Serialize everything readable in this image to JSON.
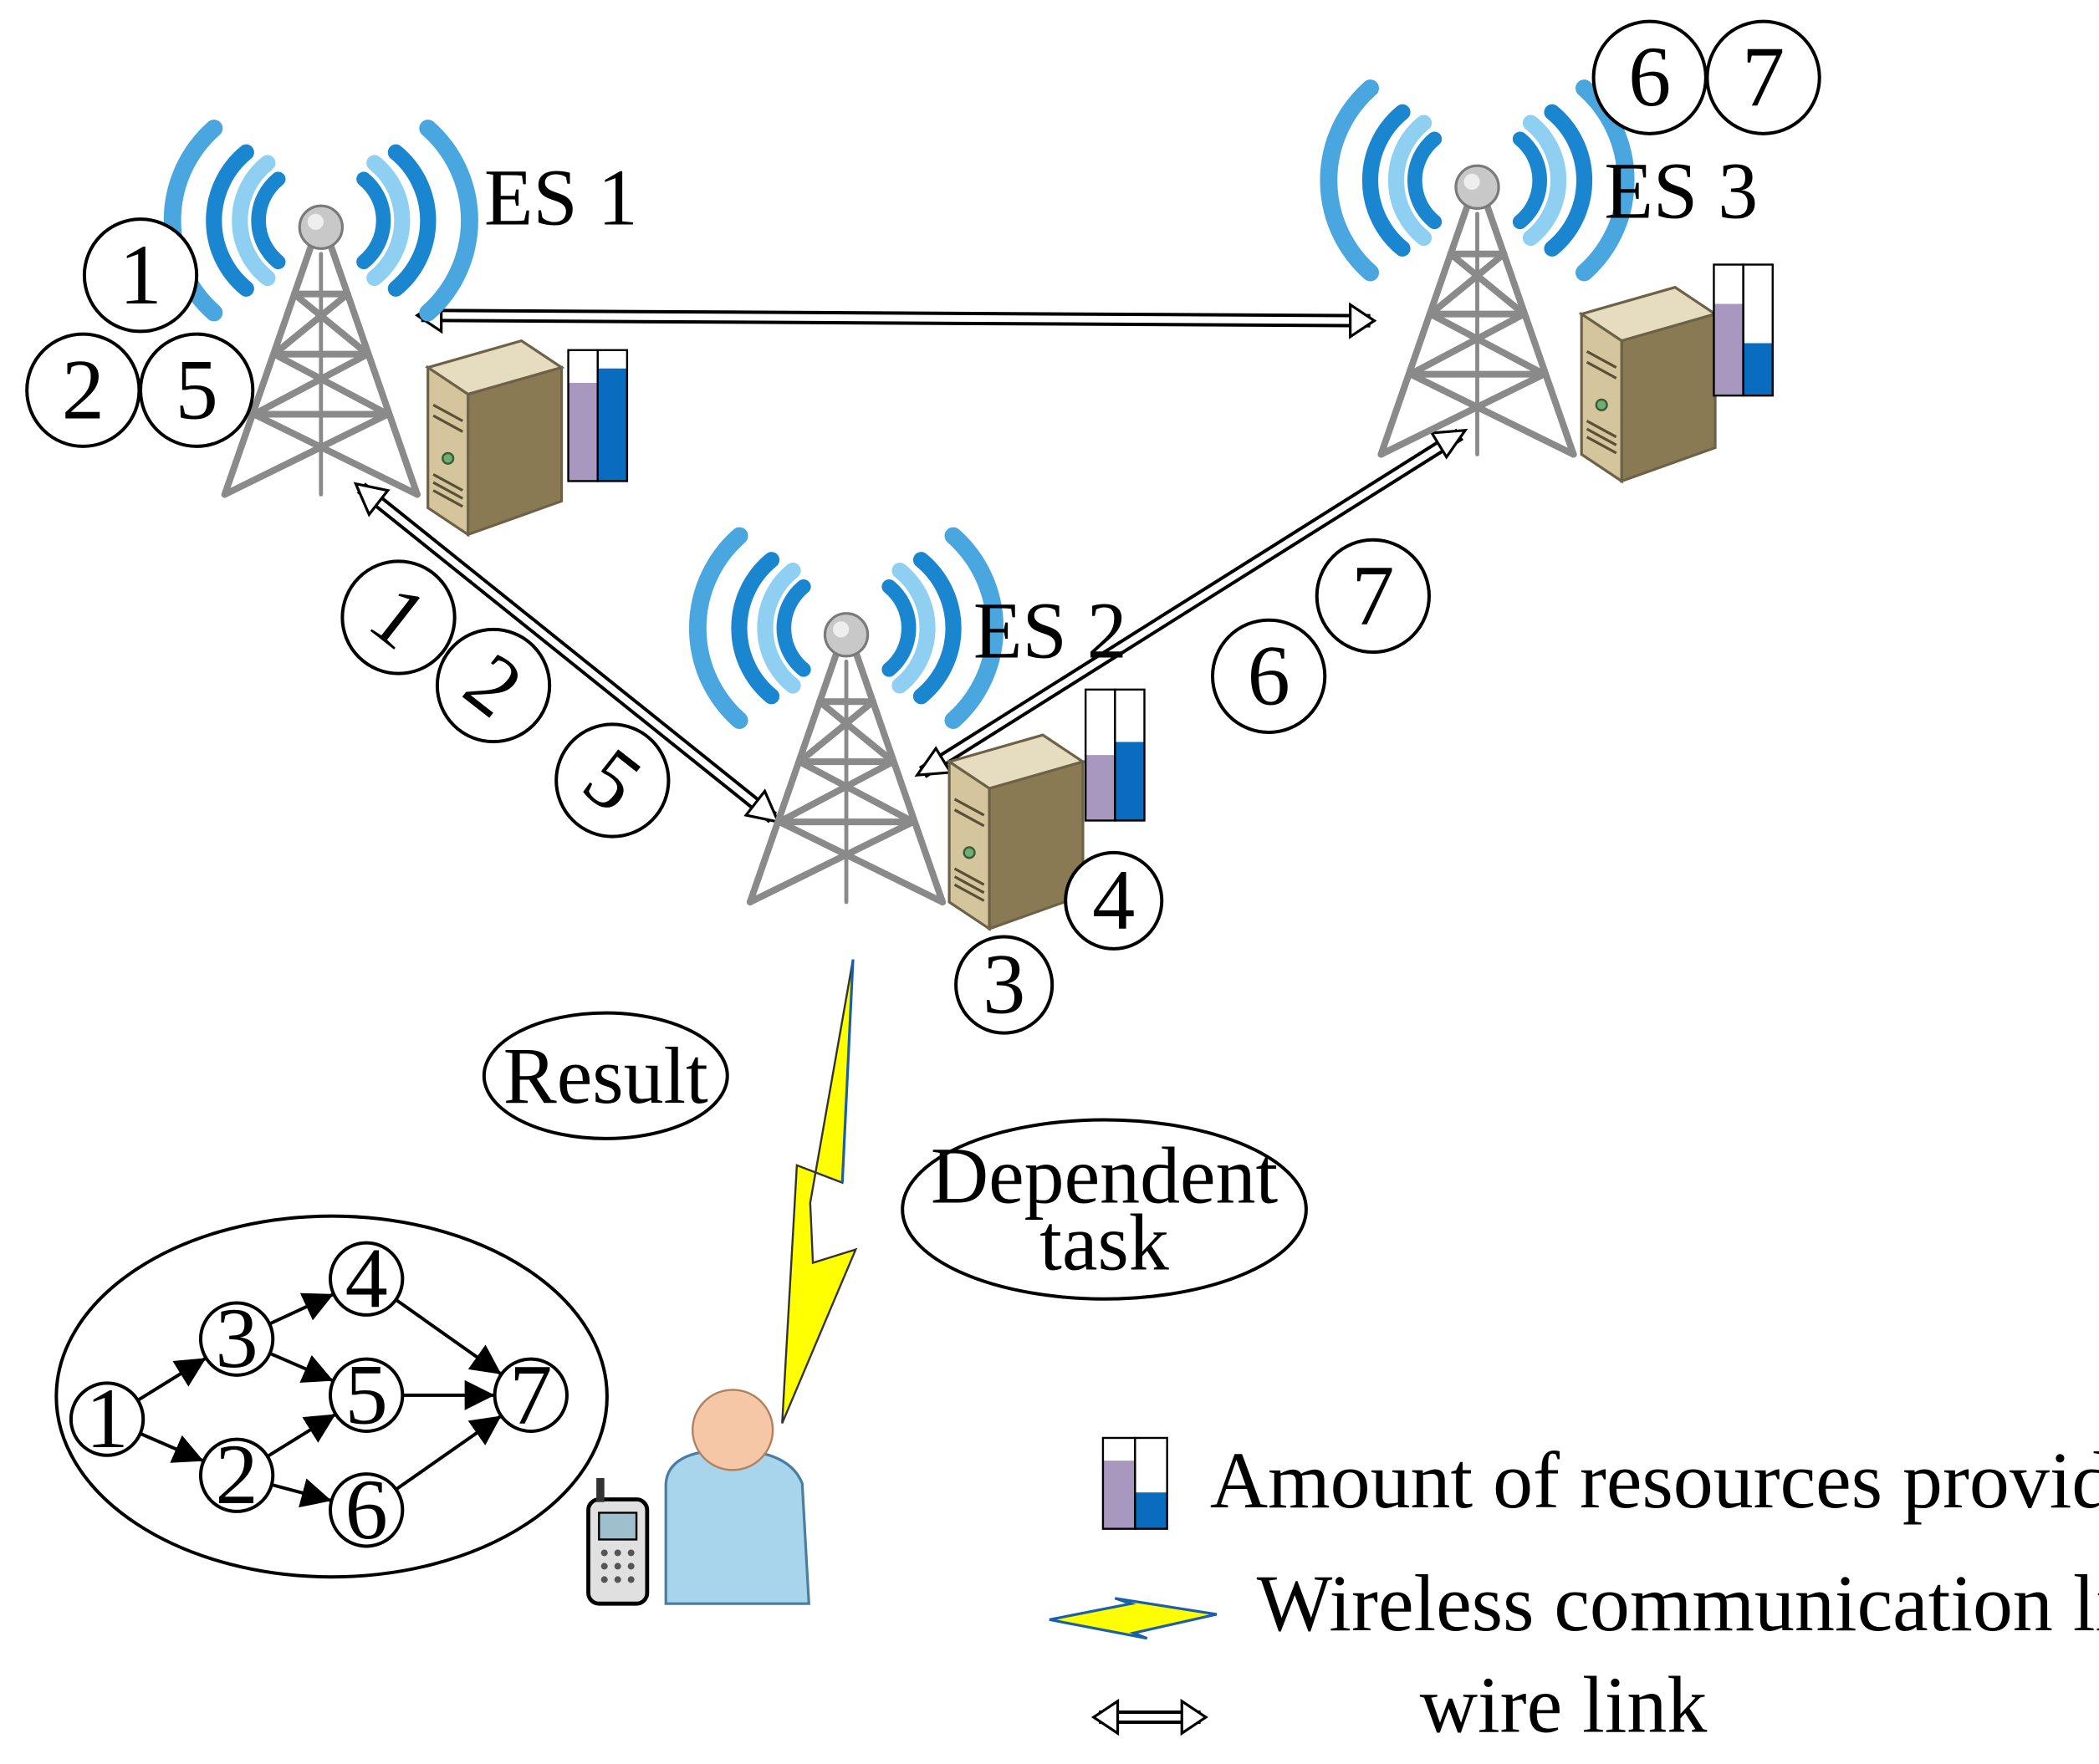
{
  "servers": {
    "es1": {
      "label": "ES 1",
      "tasks": [
        "1",
        "2",
        "5"
      ],
      "resources": {
        "purple": 0.75,
        "blue": 0.86
      }
    },
    "es2": {
      "label": "ES 2",
      "tasks": [
        "4",
        "3"
      ],
      "resources": {
        "purple": 0.5,
        "blue": 0.6
      }
    },
    "es3": {
      "label": "ES 3",
      "tasks": [
        "6",
        "7"
      ],
      "resources": {
        "purple": 0.7,
        "blue": 0.4
      }
    }
  },
  "links": {
    "es1_es2_tasks": [
      "1",
      "2",
      "5"
    ],
    "es2_es3_tasks": [
      "6",
      "7"
    ]
  },
  "bubbles": {
    "result": "Result",
    "dependent_line1": "Dependent",
    "dependent_line2": "task"
  },
  "dag": {
    "nodes": [
      "1",
      "2",
      "3",
      "4",
      "5",
      "6",
      "7"
    ],
    "edges": [
      [
        "1",
        "3"
      ],
      [
        "1",
        "2"
      ],
      [
        "3",
        "4"
      ],
      [
        "3",
        "5"
      ],
      [
        "2",
        "5"
      ],
      [
        "2",
        "6"
      ],
      [
        "4",
        "7"
      ],
      [
        "5",
        "7"
      ],
      [
        "6",
        "7"
      ]
    ]
  },
  "legend": {
    "resources": "Amount of resources provided by ES",
    "wireless": "Wireless communication link",
    "wire": "wire link"
  },
  "colors": {
    "purple_bar": "#a898c0",
    "blue_bar": "#0a6cbf",
    "signal_blue": "#1a86d0",
    "bolt_yellow": "#ffff00",
    "server_beige": "#c9b98f"
  }
}
